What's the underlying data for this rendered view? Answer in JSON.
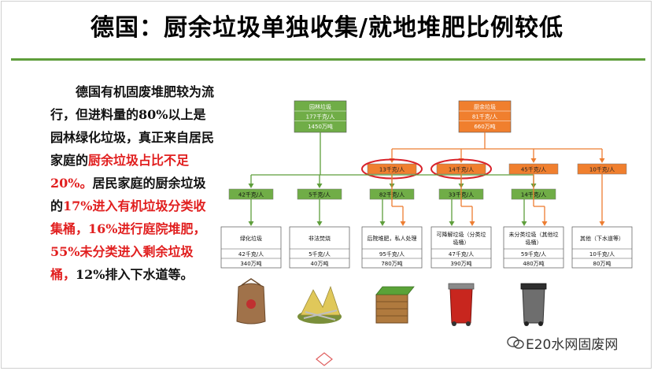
{
  "title": "德国：厨余垃圾单独收集/就地堆肥比例较低",
  "paragraph": [
    {
      "text": "德国有机固废堆肥较为流行，但进料量的80%以上是园林绿化垃圾，真正来自居民家庭的",
      "highlight": false
    },
    {
      "text": "厨余垃圾占比不足20%。",
      "highlight": true
    },
    {
      "text": "居民家庭的厨余垃圾的",
      "highlight": false
    },
    {
      "text": "17%进入有机垃圾分类收集桶，16%进行庭院堆肥，55%未分类进入剩余垃圾桶，",
      "highlight": true
    },
    {
      "text": "12%排入下水道等。",
      "highlight": false
    }
  ],
  "colors": {
    "green": "#5e9e3b",
    "green_fill": "#70ad47",
    "orange": "#ed7d31",
    "orange_fill": "#f07f2e",
    "highlight_red": "#e11f1f",
    "circle_red": "#d9222a"
  },
  "top_nodes": [
    {
      "lines": [
        "园林垃圾",
        "177千克/人",
        "1450万吨"
      ]
    },
    {
      "lines": [
        "厨余垃圾",
        "81千克/人",
        "660万吨"
      ]
    }
  ],
  "green_mid": [
    "42千克/人",
    "5千克/人",
    "82千克/人",
    "33千克/人",
    "14千克/人"
  ],
  "orange_mid": [
    "13千克/人",
    "14千克/人",
    "45千克/人",
    "10千克/人"
  ],
  "highlighted_orange": [
    "13千克/人",
    "14千克/人"
  ],
  "destinations": [
    {
      "name": "绿化垃圾",
      "per_capita": "42千克/人",
      "total": "340万吨"
    },
    {
      "name": "非法焚烧",
      "per_capita": "5千克/人",
      "total": "40万吨"
    },
    {
      "name": "后院堆肥，私人处理",
      "per_capita": "95千克/人",
      "total": "780万吨"
    },
    {
      "name": "可降解垃圾（分类垃圾桶）",
      "per_capita": "47千克/人",
      "total": "390万吨"
    },
    {
      "name": "未分类垃圾（其他垃圾桶）",
      "per_capita": "59千克/人",
      "total": "480万吨"
    },
    {
      "name": "其他（下水道等）",
      "per_capita": "10千克/人",
      "total": "80万吨"
    }
  ],
  "images": [
    "compost-sack",
    "yard-waste-pile",
    "compost-bin",
    "red-organic-bin",
    "grey-residual-bin"
  ],
  "watermark": "E20水网固废网"
}
